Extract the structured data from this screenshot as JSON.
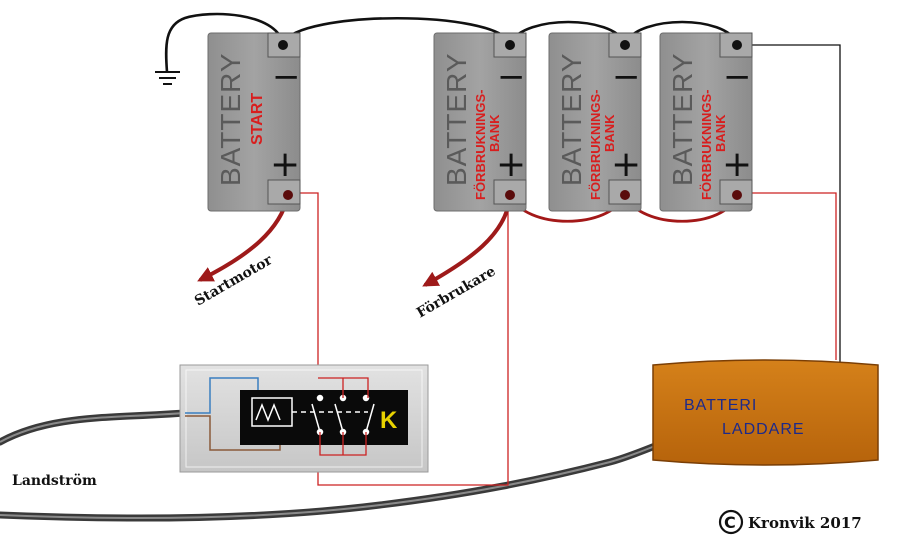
{
  "batteries": {
    "start": {
      "title": "BATTERY",
      "subtitle": "START",
      "minus": "−",
      "plus": "+"
    },
    "bank": [
      {
        "title": "BATTERY",
        "subtitle_1": "FÖRBRUKNINGS-",
        "subtitle_2": "BANK",
        "minus": "−",
        "plus": "+"
      },
      {
        "title": "BATTERY",
        "subtitle_1": "FÖRBRUKNINGS-",
        "subtitle_2": "BANK",
        "minus": "−",
        "plus": "+"
      },
      {
        "title": "BATTERY",
        "subtitle_1": "FÖRBRUKNINGS-",
        "subtitle_2": "BANK",
        "minus": "−",
        "plus": "+"
      }
    ]
  },
  "labels": {
    "startmotor": "Startmotor",
    "forbrukare": "Förbrukare",
    "landstrom": "Landström",
    "relay_k": "K",
    "copyright_symbol": "C",
    "copyright": "Kronvik 2017"
  },
  "charger": {
    "line1": "BATTERI",
    "line2": "LADDARE"
  },
  "colors": {
    "battery_body": "#9a9a9a",
    "battery_text": "#5a5a5a",
    "battery_accent": "#d81e1e",
    "charger_fill": "#c8720f",
    "charger_text": "#1d2a8a",
    "wire_red": "#b01c1c",
    "relay_box": "#d2d2d2",
    "k_yellow": "#e8d200"
  }
}
